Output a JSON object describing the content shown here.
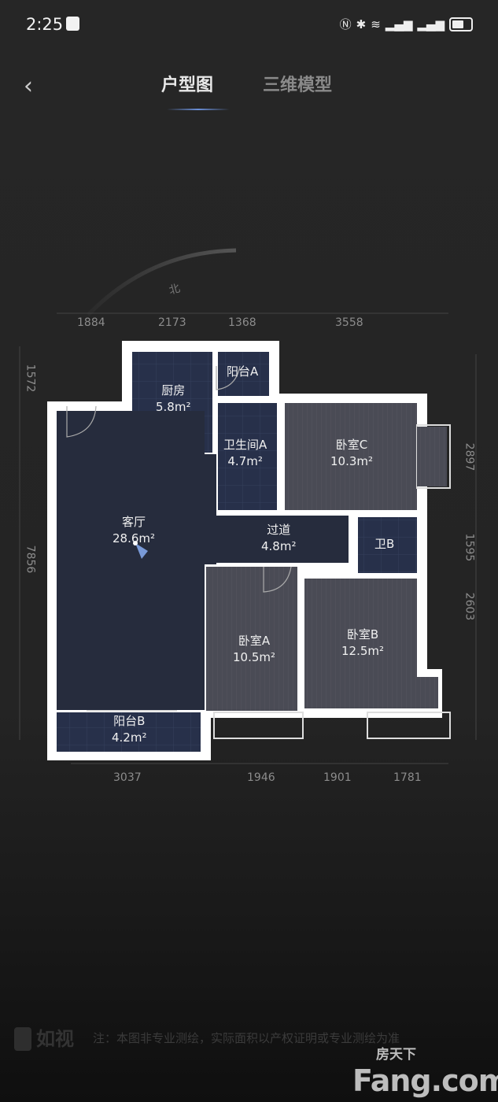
{
  "status_bar": {
    "time": "2:25",
    "icons": [
      "notification-bag-icon",
      "nfc-icon",
      "bluetooth-icon",
      "wifi-icon",
      "signal-4g-icon",
      "signal-5g-icon",
      "battery-icon"
    ]
  },
  "nav": {
    "tabs": [
      {
        "label": "户型图",
        "active": true
      },
      {
        "label": "三维模型",
        "active": false
      }
    ]
  },
  "compass": {
    "label": "北"
  },
  "dimensions": {
    "top": [
      "1884",
      "2173",
      "1368",
      "3558"
    ],
    "bottom": [
      "3037",
      "1946",
      "1901",
      "1781"
    ],
    "left": [
      "1572",
      "7856"
    ],
    "right": [
      "2897",
      "1595",
      "2603"
    ]
  },
  "rooms": [
    {
      "name": "厨房",
      "area": "5.8m²"
    },
    {
      "name": "阳台A",
      "area": ""
    },
    {
      "name": "卫生间A",
      "area": "4.7m²"
    },
    {
      "name": "卧室C",
      "area": "10.3m²"
    },
    {
      "name": "客厅",
      "area": "28.6m²"
    },
    {
      "name": "过道",
      "area": "4.8m²"
    },
    {
      "name": "卫B",
      "area": ""
    },
    {
      "name": "卧室A",
      "area": "10.5m²"
    },
    {
      "name": "卧室B",
      "area": "12.5m²"
    },
    {
      "name": "阳台B",
      "area": "4.2m²"
    }
  ],
  "footer": {
    "brand": "如视",
    "note": "注：本图非专业测绘，实际面积以产权证明或专业测绘为准",
    "watermark_cn": "房天下",
    "watermark_en": "Fang.com"
  },
  "colors": {
    "tile": "#27304a",
    "floor": "#262c3d",
    "wood": "#4a4b55",
    "wall": "#ffffff"
  }
}
